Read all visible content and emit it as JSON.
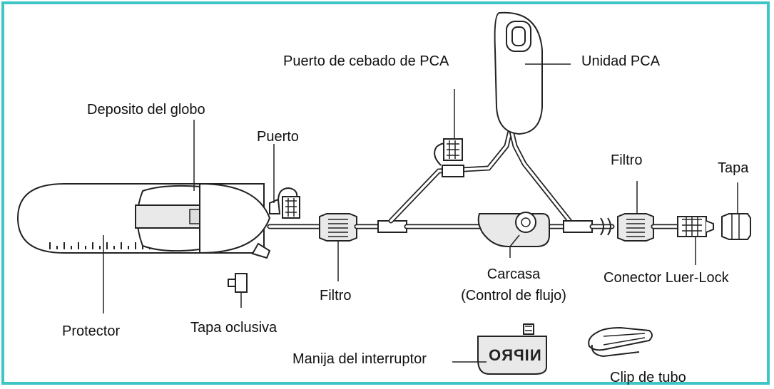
{
  "colors": {
    "frame": "#3fc5c5",
    "line": "#222222",
    "fill": "#e9e9e9"
  },
  "labels": {
    "pca_priming_port": "Puerto de cebado de PCA",
    "pca_unit": "Unidad PCA",
    "balloon_reservoir": "Deposito del globo",
    "port": "Puerto",
    "filter_right": "Filtro",
    "cap": "Tapa",
    "filter_left": "Filtro",
    "housing_line1": "Carcasa",
    "housing_line2": "(Control de flujo)",
    "luer_lock": "Conector Luer-Lock",
    "protector": "Protector",
    "occlusive_cap": "Tapa oclusiva",
    "switch_handle": "Manija del interruptor",
    "tube_clip": "Clip de tubo",
    "logo": "NIPRO"
  }
}
